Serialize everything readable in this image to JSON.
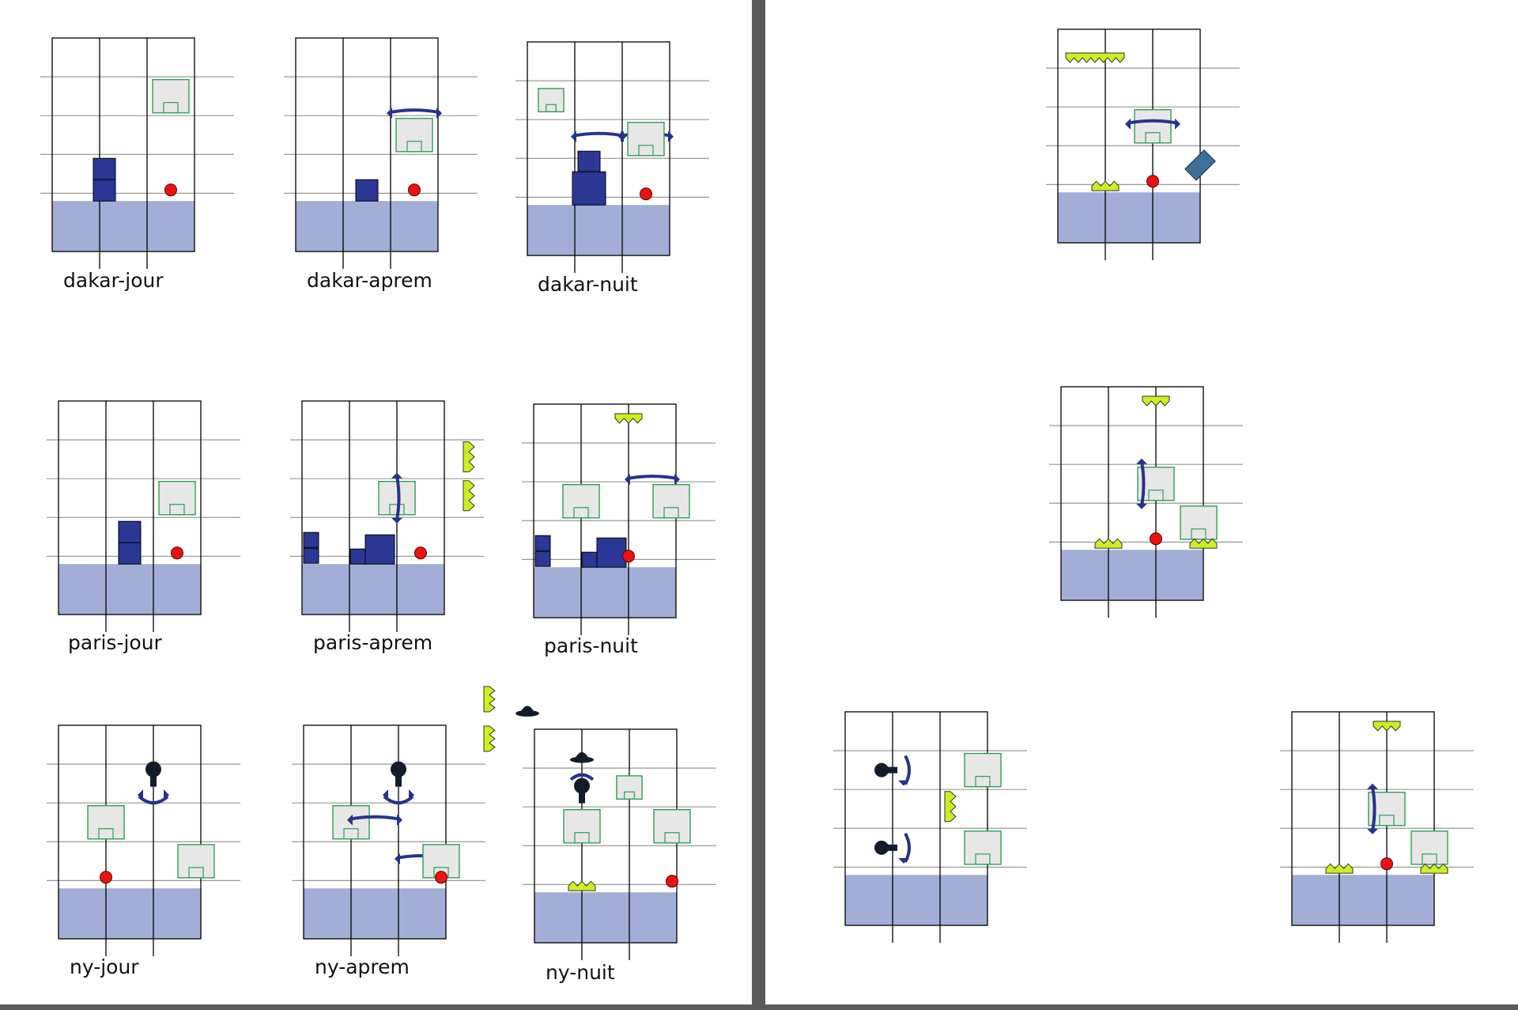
{
  "document": {
    "pages": [
      "left-sheet",
      "right-sheet"
    ]
  },
  "colors": {
    "grid": "#000000",
    "guide": "#999999",
    "floor": "#a2aed5",
    "block": "#2b3794",
    "door_fill": "#e7e7e7",
    "door_stroke": "#2f9d5a",
    "ball": "#ee1111",
    "spike": "#ccee22",
    "arrow": "#26338a",
    "lamp": "#141c2c",
    "rotated_block": "#3e6f96"
  },
  "levels": [
    {
      "id": "dakar-jour",
      "label": "dakar-jour",
      "elements": [
        {
          "kind": "block-stack",
          "col": 0.6,
          "cell": 3,
          "count": 2
        },
        {
          "kind": "door",
          "col": 2,
          "cell": 1
        },
        {
          "kind": "ball",
          "col": 2,
          "cell": 4
        }
      ]
    },
    {
      "id": "dakar-aprem",
      "label": "dakar-aprem",
      "elements": [
        {
          "kind": "block",
          "col": 1,
          "cell": 4
        },
        {
          "kind": "arrow-h",
          "col": 2,
          "cell": 1.5
        },
        {
          "kind": "door",
          "col": 2,
          "cell": 2
        },
        {
          "kind": "ball",
          "col": 2,
          "cell": 4
        }
      ]
    },
    {
      "id": "dakar-nuit",
      "label": "dakar-nuit",
      "elements": [
        {
          "kind": "door-small",
          "col": 0,
          "cell": 1
        },
        {
          "kind": "arrow-h",
          "col": 1,
          "cell": 2
        },
        {
          "kind": "arrow-h",
          "col": 2,
          "cell": 2
        },
        {
          "kind": "door",
          "col": 2,
          "cell": 2
        },
        {
          "kind": "block-tower",
          "col": 0.8,
          "cell": 3
        },
        {
          "kind": "ball",
          "col": 2,
          "cell": 4
        }
      ]
    },
    {
      "id": "paris-jour",
      "label": "paris-jour",
      "elements": [
        {
          "kind": "block-stack",
          "col": 1,
          "cell": 3,
          "count": 2
        },
        {
          "kind": "door",
          "col": 2,
          "cell": 2
        },
        {
          "kind": "ball",
          "col": 2,
          "cell": 4
        }
      ]
    },
    {
      "id": "paris-aprem",
      "label": "paris-aprem",
      "elements": [
        {
          "kind": "door",
          "col": 1.5,
          "cell": 2
        },
        {
          "kind": "arrow-v",
          "col": 1.5,
          "cell": 2
        },
        {
          "kind": "spike-v",
          "col": 2.9,
          "cell": 1
        },
        {
          "kind": "spike-v",
          "col": 2.9,
          "cell": 2
        },
        {
          "kind": "block-stack-left",
          "col": 0,
          "cell": 3
        },
        {
          "kind": "block-steps",
          "col": 1,
          "cell": 4
        },
        {
          "kind": "ball",
          "col": 2,
          "cell": 4
        }
      ]
    },
    {
      "id": "paris-nuit",
      "label": "paris-nuit",
      "elements": [
        {
          "kind": "spike-top",
          "col": 1.5,
          "cell": 0
        },
        {
          "kind": "arrow-h",
          "col": 2,
          "cell": 1.5
        },
        {
          "kind": "door",
          "col": 0.5,
          "cell": 2
        },
        {
          "kind": "door",
          "col": 2.4,
          "cell": 2
        },
        {
          "kind": "block-stack-left",
          "col": 0,
          "cell": 3
        },
        {
          "kind": "block-steps",
          "col": 1,
          "cell": 4
        },
        {
          "kind": "ball",
          "col": 1.5,
          "cell": 3
        }
      ]
    },
    {
      "id": "ny-jour",
      "label": "ny-jour",
      "elements": [
        {
          "kind": "lamp",
          "col": 1.5,
          "cell": 1
        },
        {
          "kind": "arrow-curve",
          "col": 1.5,
          "cell": 1.5
        },
        {
          "kind": "door",
          "col": 0.5,
          "cell": 2
        },
        {
          "kind": "door",
          "col": 2.4,
          "cell": 3
        },
        {
          "kind": "ball",
          "col": 0.5,
          "cell": 4
        }
      ]
    },
    {
      "id": "ny-aprem",
      "label": "ny-aprem",
      "elements": [
        {
          "kind": "lamp",
          "col": 1.5,
          "cell": 1
        },
        {
          "kind": "arrow-curve",
          "col": 1.5,
          "cell": 1.5
        },
        {
          "kind": "door",
          "col": 0.5,
          "cell": 2
        },
        {
          "kind": "arrow-h",
          "col": 1,
          "cell": 2
        },
        {
          "kind": "arrow-h",
          "col": 2,
          "cell": 3
        },
        {
          "kind": "door",
          "col": 2.4,
          "cell": 3
        },
        {
          "kind": "ball",
          "col": 2.4,
          "cell": 4
        }
      ]
    },
    {
      "id": "ny-nuit",
      "label": "ny-nuit",
      "elements": [
        {
          "kind": "hat",
          "col": 0.5,
          "cell": 0
        },
        {
          "kind": "lamp-arrow",
          "col": 0.5,
          "cell": 1
        },
        {
          "kind": "door-small",
          "col": 1.5,
          "cell": 1
        },
        {
          "kind": "door",
          "col": 0.5,
          "cell": 2
        },
        {
          "kind": "door",
          "col": 2.4,
          "cell": 2
        },
        {
          "kind": "spike-bottom",
          "col": 0.5,
          "cell": 4
        },
        {
          "kind": "ball",
          "col": 2.4,
          "cell": 4
        }
      ]
    },
    {
      "id": "right-top",
      "label": "",
      "elements": [
        {
          "kind": "spike-top-wide",
          "col": 0.5,
          "cell": 0
        },
        {
          "kind": "door",
          "col": 1.5,
          "cell": 2
        },
        {
          "kind": "arrow-h",
          "col": 1.5,
          "cell": 2
        },
        {
          "kind": "rotated-block",
          "col": 2.5,
          "cell": 3
        },
        {
          "kind": "spike-bottom",
          "col": 0.5,
          "cell": 4
        },
        {
          "kind": "ball",
          "col": 1.5,
          "cell": 4
        }
      ]
    },
    {
      "id": "right-middle",
      "label": "",
      "elements": [
        {
          "kind": "spike-top",
          "col": 1.5,
          "cell": 0
        },
        {
          "kind": "door",
          "col": 1.5,
          "cell": 2
        },
        {
          "kind": "arrow-v",
          "col": 1.2,
          "cell": 2
        },
        {
          "kind": "door",
          "col": 2.4,
          "cell": 3
        },
        {
          "kind": "spike-bottom",
          "col": 0.5,
          "cell": 4
        },
        {
          "kind": "spike-bottom",
          "col": 2.5,
          "cell": 4
        },
        {
          "kind": "ball",
          "col": 1.5,
          "cell": 4
        }
      ]
    },
    {
      "id": "right-bottom-left",
      "label": "",
      "elements": [
        {
          "kind": "lamp-side",
          "col": 0.5,
          "cell": 1
        },
        {
          "kind": "door",
          "col": 2.4,
          "cell": 1
        },
        {
          "kind": "spike-v",
          "col": 1.6,
          "cell": 2
        },
        {
          "kind": "lamp-side",
          "col": 0.5,
          "cell": 3
        },
        {
          "kind": "door",
          "col": 2.4,
          "cell": 3
        }
      ]
    },
    {
      "id": "right-bottom-right",
      "label": "",
      "elements": [
        {
          "kind": "spike-top",
          "col": 1.5,
          "cell": 0
        },
        {
          "kind": "door",
          "col": 1.5,
          "cell": 2
        },
        {
          "kind": "arrow-v",
          "col": 1.2,
          "cell": 2
        },
        {
          "kind": "door",
          "col": 2.4,
          "cell": 3
        },
        {
          "kind": "spike-bottom",
          "col": 0.5,
          "cell": 4
        },
        {
          "kind": "spike-bottom",
          "col": 2.5,
          "cell": 4
        },
        {
          "kind": "ball",
          "col": 1.5,
          "cell": 4
        }
      ]
    }
  ],
  "floating": [
    {
      "kind": "spike-v",
      "near": "ny-nuit"
    },
    {
      "kind": "spike-v",
      "near": "ny-nuit"
    },
    {
      "kind": "hat",
      "near": "ny-nuit"
    }
  ]
}
